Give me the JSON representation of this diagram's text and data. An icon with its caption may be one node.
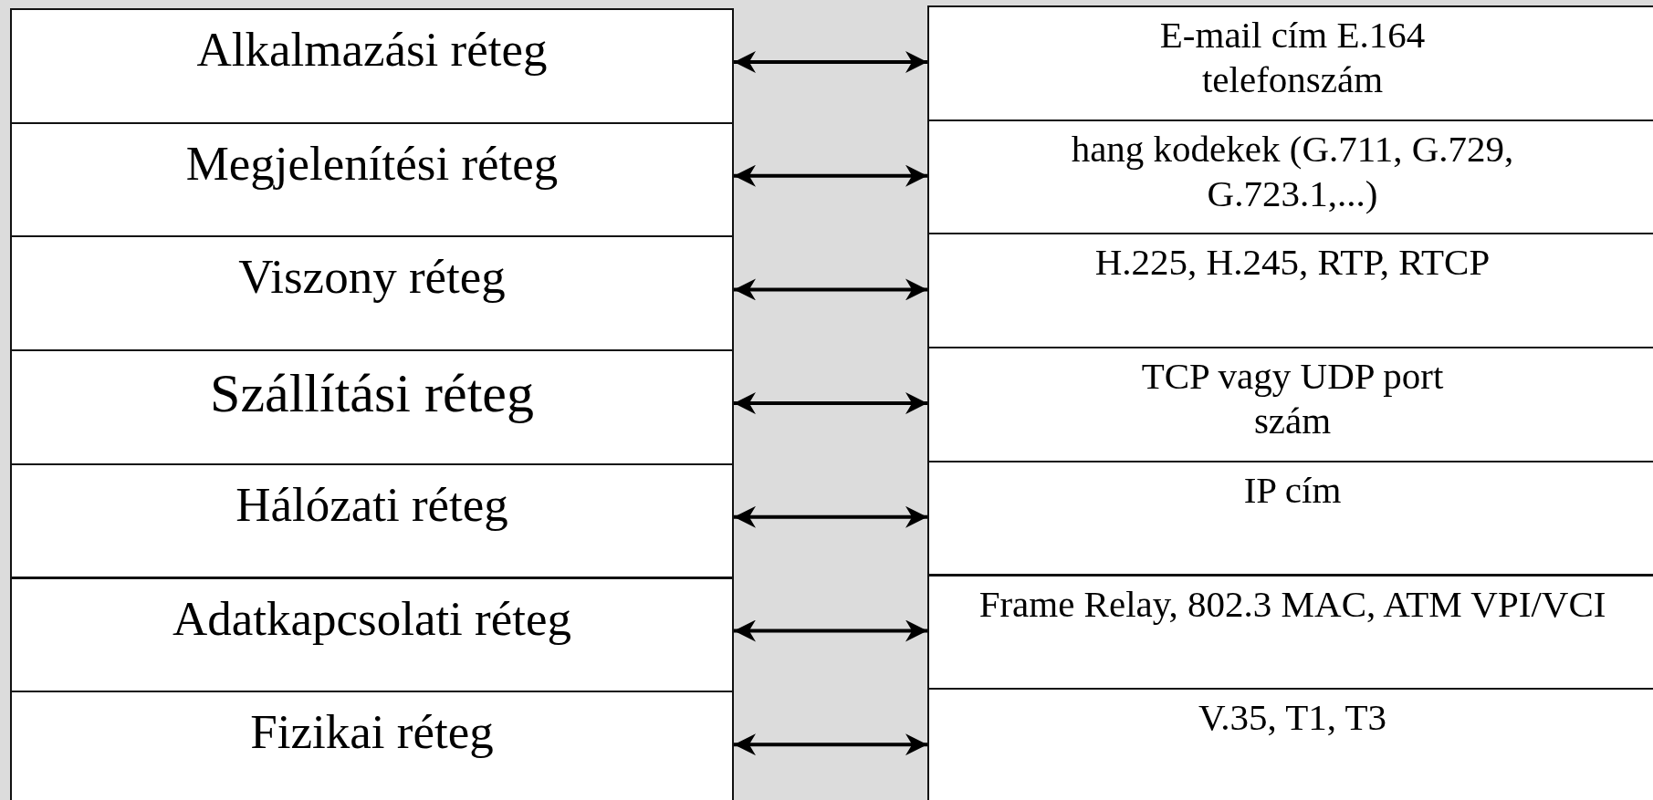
{
  "diagram": {
    "nodes": [
      {
        "text": [
          "Alkalmazási réteg"
        ]
      },
      {
        "text": [
          "E-mail cím E.164 telefonszám"
        ]
      },
      {
        "text": [
          "Megjelenítési réteg"
        ]
      },
      {
        "text": [
          "hang kodekek (G.711, G.729, G.723.1,...)"
        ]
      },
      {
        "text": [
          "Viszony réteg"
        ]
      },
      {
        "text": [
          "H.225, H.245, RTP, RTCP"
        ]
      },
      {
        "text": [
          "Szállítási réteg"
        ]
      },
      {
        "text": [
          "TCP vagy UDP port szám"
        ]
      },
      {
        "text": [
          "Hálózati réteg"
        ]
      },
      {
        "text": [
          "IP cím"
        ]
      },
      {
        "text": [
          "Adatkapcsolati réteg"
        ]
      },
      {
        "text": [
          "Frame Relay, 802.3 MAC, ATM VPI/VCI"
        ]
      },
      {
        "text": [
          "Fizikai réteg"
        ]
      },
      {
        "text": [
          "V.35, T1, T3"
        ]
      }
    ],
    "edges": [
      {
        "from": 0,
        "to": 1,
        "arrow": "both"
      },
      {
        "from": 2,
        "to": 3,
        "arrow": "both"
      },
      {
        "from": 4,
        "to": 5,
        "arrow": "both"
      },
      {
        "from": 6,
        "to": 7,
        "arrow": "both"
      },
      {
        "from": 8,
        "to": 9,
        "arrow": "both"
      },
      {
        "from": 10,
        "to": 11,
        "arrow": "both"
      },
      {
        "from": 12,
        "to": 13,
        "arrow": "both"
      }
    ]
  }
}
